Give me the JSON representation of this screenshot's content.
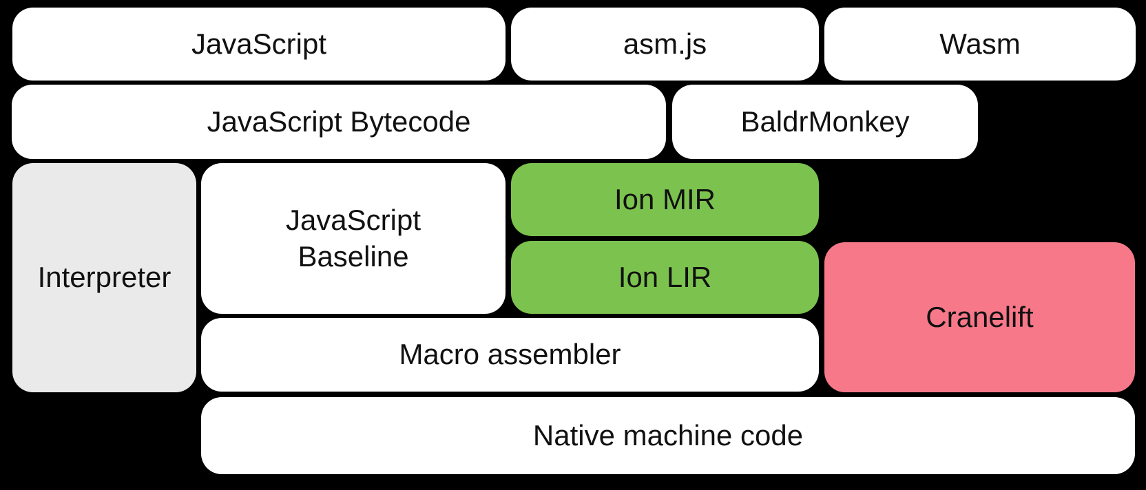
{
  "diagram": {
    "title": "JS/Wasm compilation pipeline diagram",
    "background_color": "#000000",
    "text_color": "#111111",
    "colors": {
      "default_box": "#ffffff",
      "interpreter_gray": "#eaeaea",
      "ion_green": "#7cc24e",
      "cranelift_pink": "#f77889"
    },
    "nodes": {
      "javascript": {
        "label": "JavaScript"
      },
      "asmjs": {
        "label": "asm.js"
      },
      "wasm": {
        "label": "Wasm"
      },
      "bytecode": {
        "label": "JavaScript Bytecode"
      },
      "baldrmonkey": {
        "label": "BaldrMonkey"
      },
      "interpreter": {
        "label": "Interpreter"
      },
      "baseline": {
        "label": "JavaScript Baseline",
        "lines": [
          "JavaScript",
          "Baseline"
        ]
      },
      "ion_mir": {
        "label": "Ion MIR"
      },
      "ion_lir": {
        "label": "Ion LIR"
      },
      "cranelift": {
        "label": "Cranelift"
      },
      "macro_assembler": {
        "label": "Macro assembler"
      },
      "native": {
        "label": "Native machine code"
      }
    }
  }
}
